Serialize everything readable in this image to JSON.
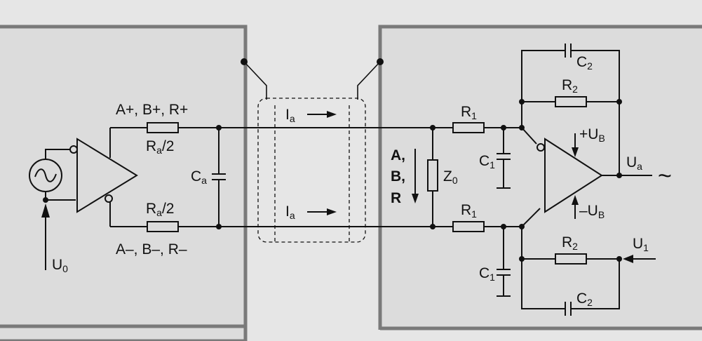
{
  "labels": {
    "apos": "A+, B+, R+",
    "aneg": "A–, B–, R–",
    "ra_top": "R",
    "ra_top_sub": "a",
    "ra_top_div": "/2",
    "ra_bot": "R",
    "ra_bot_sub": "a",
    "ra_bot_div": "/2",
    "ca": "C",
    "ca_sub": "a",
    "ia_top": "I",
    "ia_top_sub": "a",
    "ia_bot": "I",
    "ia_bot_sub": "a",
    "u0": "U",
    "u0_sub": "0",
    "signal_a": "A,",
    "signal_b": "B,",
    "signal_r": "R",
    "z0": "Z",
    "z0_sub": "0",
    "r1_top": "R",
    "r1_top_sub": "1",
    "r1_bot": "R",
    "r1_bot_sub": "1",
    "c1_top": "C",
    "c1_top_sub": "1",
    "c1_bot": "C",
    "c1_bot_sub": "1",
    "c2_top": "C",
    "c2_top_sub": "2",
    "c2_bot": "C",
    "c2_bot_sub": "2",
    "r2_top": "R",
    "r2_top_sub": "2",
    "r2_bot": "R",
    "r2_bot_sub": "2",
    "vpos": "+U",
    "vpos_sub": "B",
    "vneg": "–U",
    "vneg_sub": "B",
    "ua": "U",
    "ua_sub": "a",
    "u1": "U",
    "u1_sub": "1",
    "tilde": "~"
  }
}
